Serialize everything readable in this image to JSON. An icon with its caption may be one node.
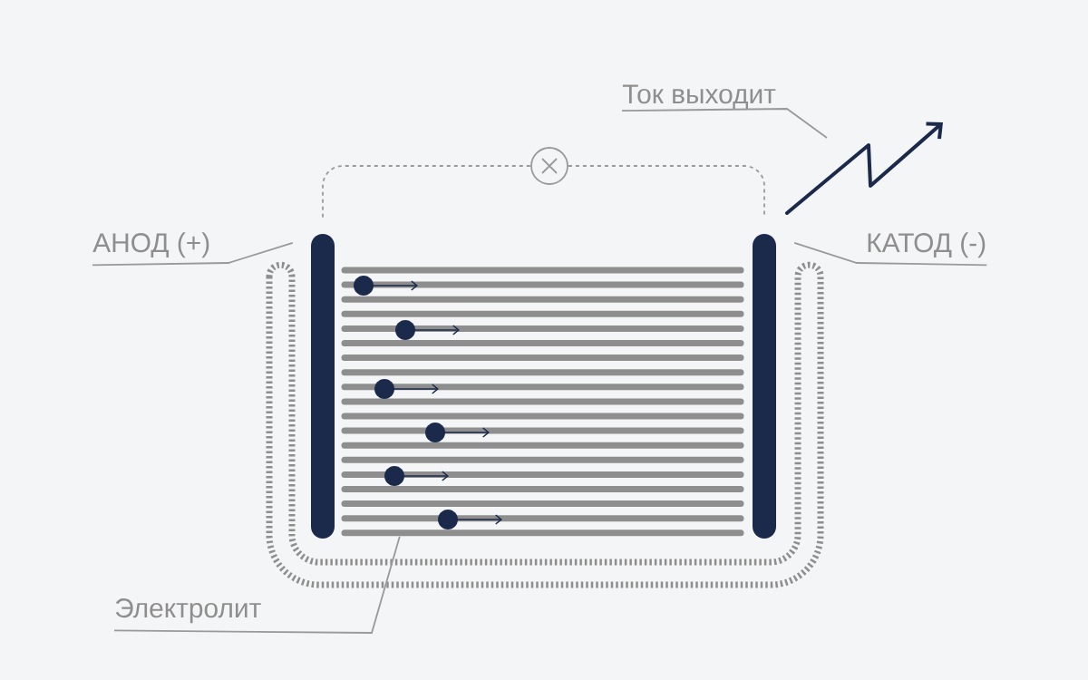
{
  "diagram": {
    "nodes": [
      {
        "text": [
          "Ток выходит"
        ]
      },
      {
        "text": [],
        "shape": "circle"
      },
      {
        "text": [
          "АНОД (+)"
        ]
      },
      {
        "text": [],
        "shape": "bar"
      },
      {
        "text": [
          "КАТОД (-)"
        ]
      },
      {
        "text": [],
        "shape": "bar"
      },
      {
        "text": [
          "Электролит"
        ]
      },
      {
        "text": [],
        "shape": "box"
      }
    ],
    "edges": [
      {
        "from": 0,
        "to": null,
        "arrow": "none"
      },
      {
        "from": 3,
        "to": 1,
        "arrow": "none",
        "style": "dashed"
      },
      {
        "from": 1,
        "to": 5,
        "arrow": "none",
        "style": "dashed"
      },
      {
        "from": 2,
        "to": 3,
        "arrow": "none"
      },
      {
        "from": 4,
        "to": 5,
        "arrow": "none"
      },
      {
        "from": 6,
        "to": 7,
        "arrow": "none"
      }
    ]
  }
}
